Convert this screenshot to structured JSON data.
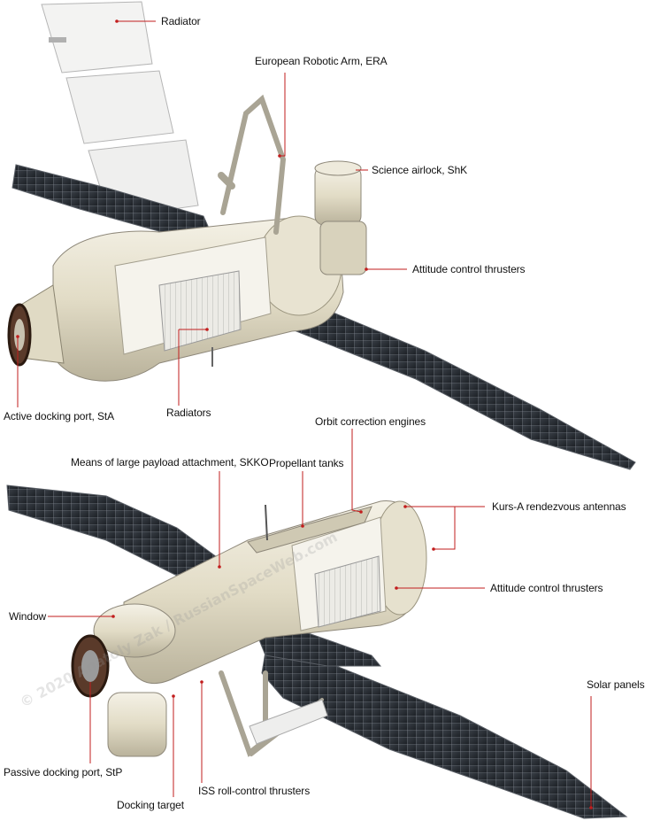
{
  "labels": {
    "radiator_top": "Radiator",
    "era": "European Robotic Arm, ERA",
    "science_airlock": "Science airlock, ShK",
    "attitude_top": "Attitude control thrusters",
    "active_port": "Active docking port, StA",
    "radiators": "Radiators",
    "orbit_engines": "Orbit correction engines",
    "skko": "Means of large payload attachment, SKKO",
    "propellant": "Propellant tanks",
    "kurs": "Kurs-A rendezvous antennas",
    "window": "Window",
    "attitude_bottom": "Attitude control thrusters",
    "solar_panels": "Solar panels",
    "passive_port": "Passive docking port, StP",
    "docking_target": "Docking target",
    "iss_roll": "ISS roll-control thrusters"
  },
  "watermark": "© 2020 Anatoly Zak / RussianSpaceWeb.com",
  "colors": {
    "leader_line": "#c21d1d",
    "hull": "#e6e0cc",
    "solar_cell": "#2b3036",
    "radiator_panel": "#f0f0ef"
  }
}
